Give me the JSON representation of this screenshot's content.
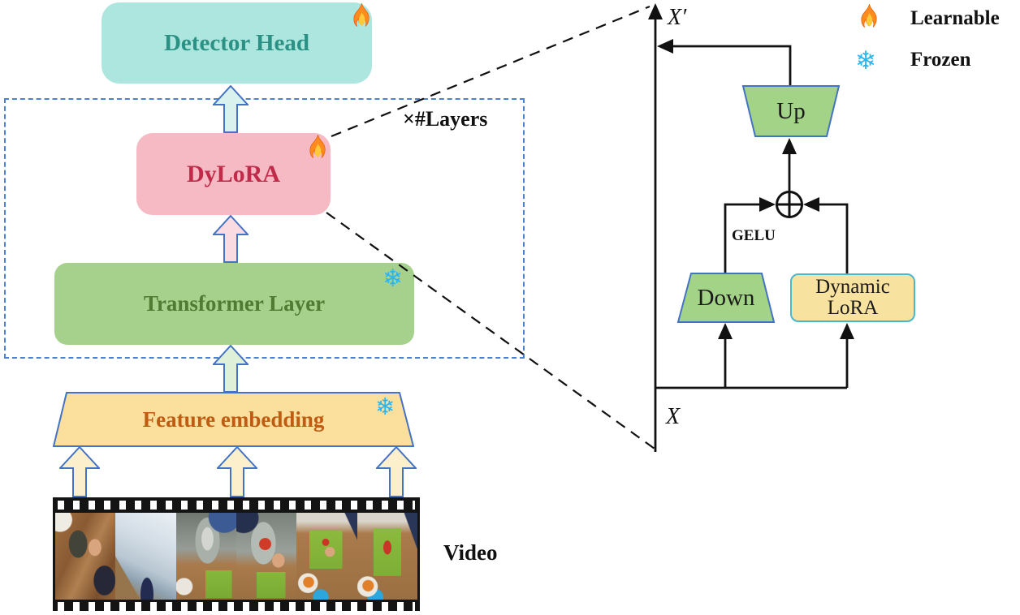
{
  "main": {
    "detector_head": "Detector Head",
    "dylora": "DyLoRA",
    "layers_multiplier": "×#Layers",
    "transformer_layer": "Transformer Layer",
    "feature_embedding": "Feature embedding",
    "video_label": "Video"
  },
  "detail": {
    "output_label": "X′",
    "input_label": "X",
    "up": "Up",
    "gelu": "GELU",
    "down": "Down",
    "dynamic_lora_line1": "Dynamic",
    "dynamic_lora_line2": "LoRA"
  },
  "legend": {
    "learnable_label": "Learnable",
    "frozen_label": "Frozen"
  },
  "icons": {
    "fire": "fire-icon (learnable marker)",
    "snowflake": "❄"
  },
  "colors": {
    "detector_fill": "#ace6de",
    "detector_text": "#2a9184",
    "dylora_fill": "#f5bac4",
    "dylora_text": "#bf2b49",
    "transformer_fill": "#a6d18c",
    "transformer_text": "#4f7b33",
    "feature_fill": "#fbdf9d",
    "feature_text": "#c05c12",
    "trapezoid_fill": "#a2d387",
    "dynlora_fill": "#f8e2a0",
    "dynlora_border": "#49b8ce",
    "outline_blue": "#4472c4",
    "snowflake_blue": "#2ab4f0",
    "line_black": "#111111"
  }
}
